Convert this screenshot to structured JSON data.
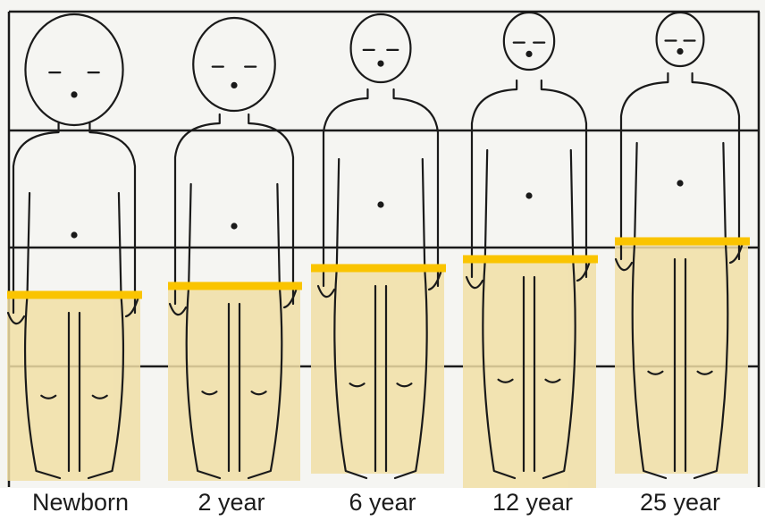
{
  "figure": {
    "labels": [
      "Newborn",
      "2 year",
      "6 year",
      "12 year",
      "25 year"
    ],
    "colors": {
      "background": "#f5f5f2",
      "grid_line": "#1a1a1a",
      "figure_outline": "#1a1a1a",
      "leg_highlight": "#f1dfa6",
      "hip_marker": "#fac400",
      "label_text": "#1c1c1c"
    }
  }
}
